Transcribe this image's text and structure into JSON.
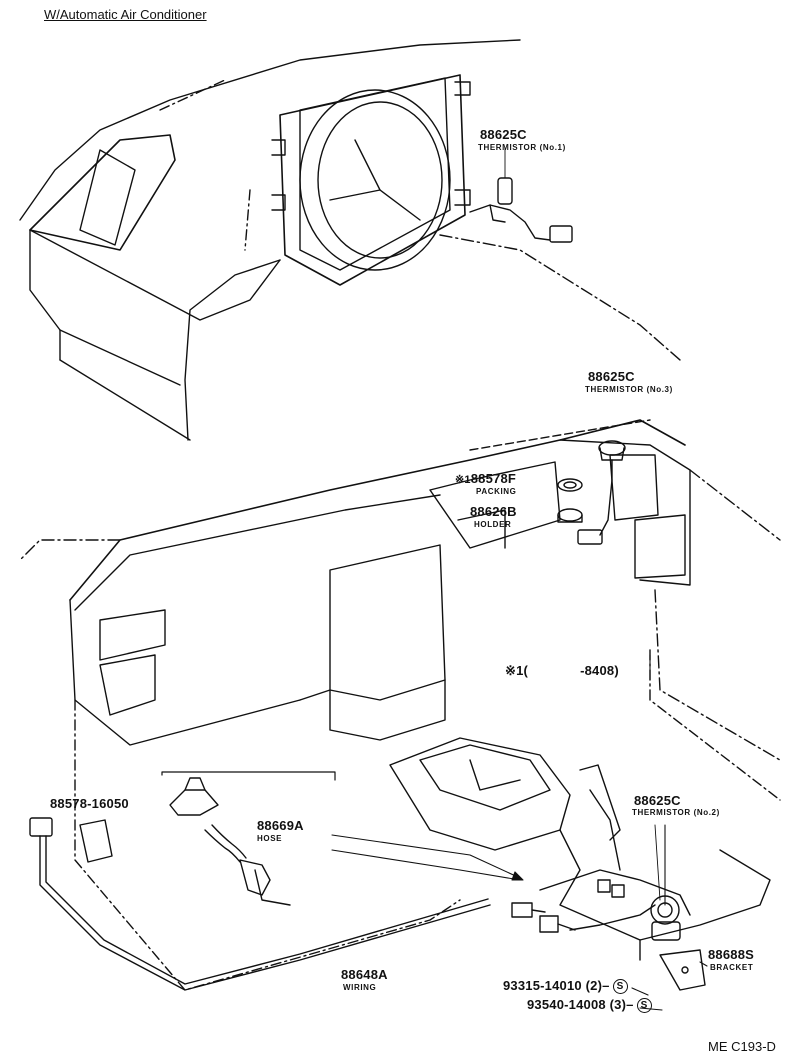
{
  "title": "W/Automatic Air Conditioner",
  "diagram_code": "ME C193-D",
  "note": {
    "symbol": "※1",
    "open": "(",
    "range": "-8408",
    "close": ")"
  },
  "parts": {
    "thermistor_no1": {
      "number": "88625C",
      "name": "THERMISTOR (No.1)"
    },
    "thermistor_no3": {
      "number": "88625C",
      "name": "THERMISTOR (No.3)"
    },
    "packing": {
      "mark": "※1",
      "number": "88578F",
      "name": "PACKING"
    },
    "holder": {
      "number": "88626B",
      "name": "HOLDER"
    },
    "filter": {
      "number": "88578-16050"
    },
    "hose": {
      "number": "88669A",
      "name": "HOSE"
    },
    "thermistor_no2": {
      "number": "88625C",
      "name": "THERMISTOR (No.2)"
    },
    "bracket": {
      "number": "88688S",
      "name": "BRACKET"
    },
    "wiring": {
      "number": "88648A",
      "name": "WIRING"
    },
    "screw1": {
      "number": "93315-14010",
      "qty": "(2)",
      "marker": "S"
    },
    "screw2": {
      "number": "93540-14008",
      "qty": "(3)",
      "marker": "S"
    }
  }
}
